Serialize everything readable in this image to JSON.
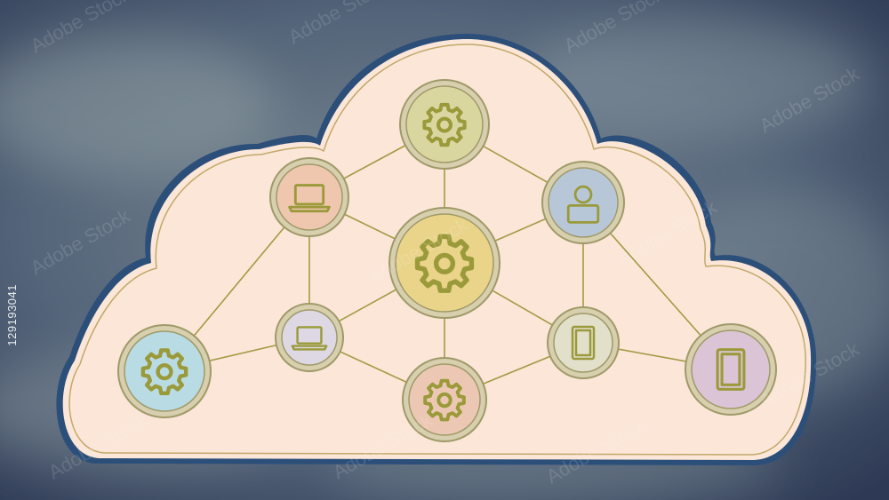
{
  "image_id_text": "129193041",
  "watermark_text": "Adobe Stock",
  "colors": {
    "bg_dark": "#2f3a52",
    "bg_light": "#6d7c86",
    "cloud_fill": "#fbe6d8",
    "cloud_outer_stroke": "#2c4f7a",
    "cloud_inner_stroke": "#c2a86a",
    "connector": "#a39a44",
    "icon": "#9a9a3a",
    "ring": "#9f9a68"
  },
  "diagram": {
    "nodes": [
      {
        "id": "center-hub",
        "icon": "gear-icon",
        "fill": "#ead48a"
      },
      {
        "id": "top-node",
        "icon": "gear-icon",
        "fill": "#d9d6a0"
      },
      {
        "id": "upper-left-node",
        "icon": "laptop-icon",
        "fill": "#efc6ae"
      },
      {
        "id": "upper-right-node",
        "icon": "user-icon",
        "fill": "#b8c7d8"
      },
      {
        "id": "mid-left-node",
        "icon": "laptop-icon",
        "fill": "#ded8e4"
      },
      {
        "id": "mid-right-node",
        "icon": "tablet-icon",
        "fill": "#e2dfcb"
      },
      {
        "id": "bottom-node",
        "icon": "gear-icon",
        "fill": "#ecc8b4"
      },
      {
        "id": "far-left-node",
        "icon": "gear-icon",
        "fill": "#b9dbe3"
      },
      {
        "id": "far-right-node",
        "icon": "tablet-icon",
        "fill": "#dcc4d7"
      }
    ]
  }
}
